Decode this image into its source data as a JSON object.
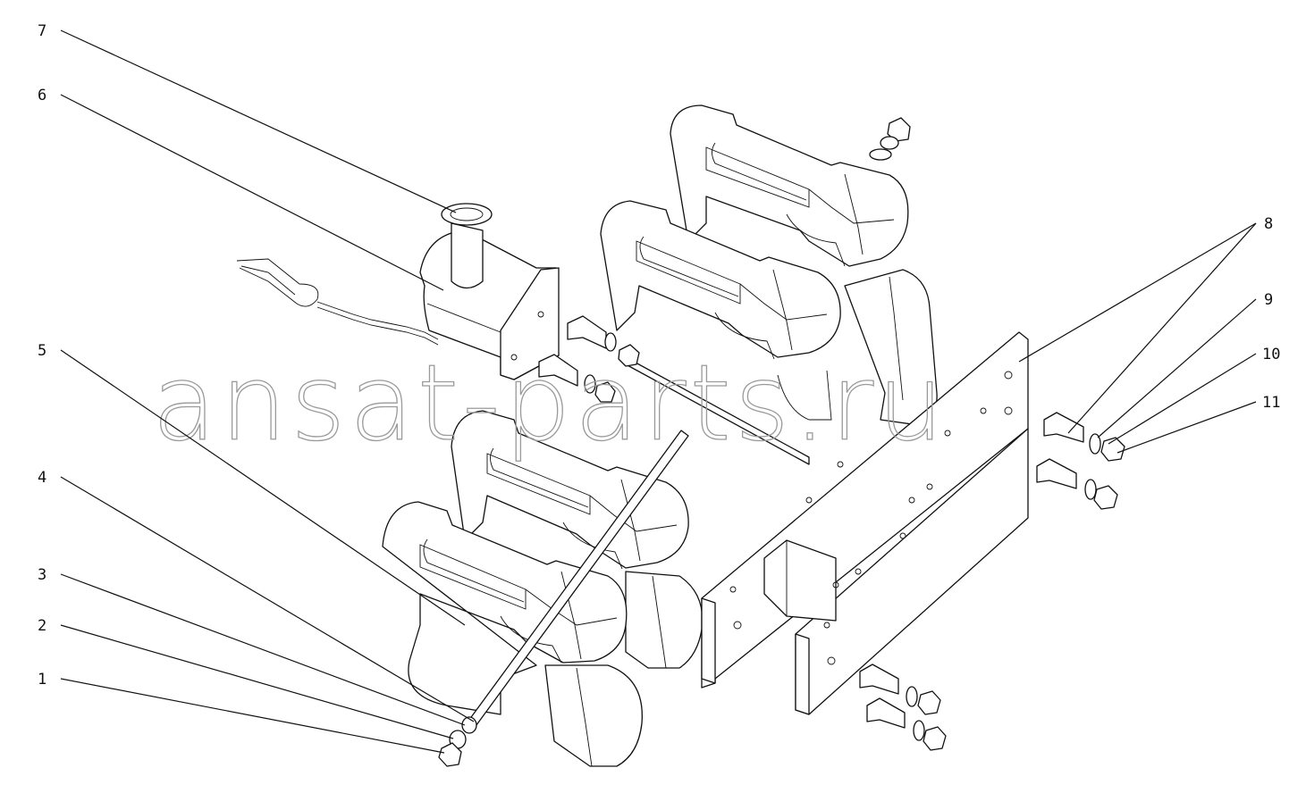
{
  "watermark": "ansat-parts.ru",
  "callouts": [
    {
      "id": "7",
      "label": "7"
    },
    {
      "id": "6",
      "label": "6"
    },
    {
      "id": "5",
      "label": "5"
    },
    {
      "id": "4",
      "label": "4"
    },
    {
      "id": "3",
      "label": "3"
    },
    {
      "id": "2",
      "label": "2"
    },
    {
      "id": "1",
      "label": "1"
    },
    {
      "id": "8",
      "label": "8"
    },
    {
      "id": "9",
      "label": "9"
    },
    {
      "id": "10",
      "label": "10"
    },
    {
      "id": "11",
      "label": "11"
    }
  ]
}
